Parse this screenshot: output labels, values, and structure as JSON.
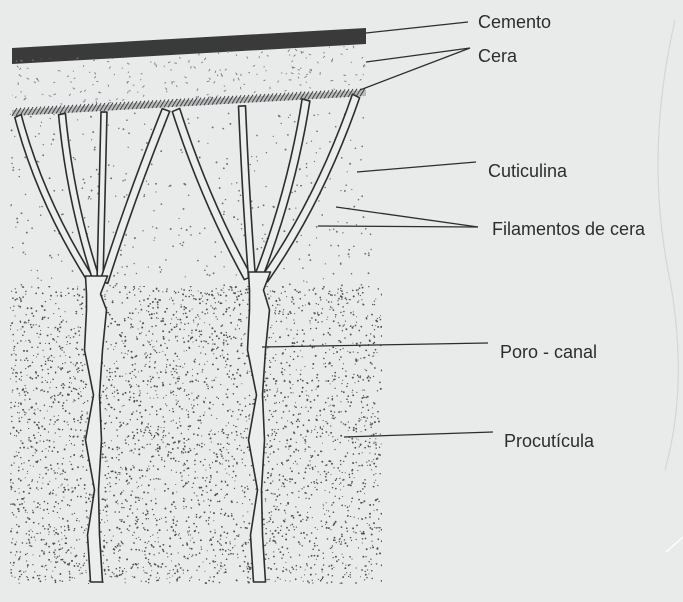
{
  "diagram": {
    "labels": {
      "cemento": "Cemento",
      "cera": "Cera",
      "cuticulina": "Cuticulina",
      "filamentos_de_cera": "Filamentos de cera",
      "poro_canal": "Poro - canal",
      "procuticula": "Procutícula"
    }
  },
  "colors": {
    "paper": "#e9ebea",
    "ink": "#2b2d2f",
    "cement": "#3a3a3a"
  }
}
